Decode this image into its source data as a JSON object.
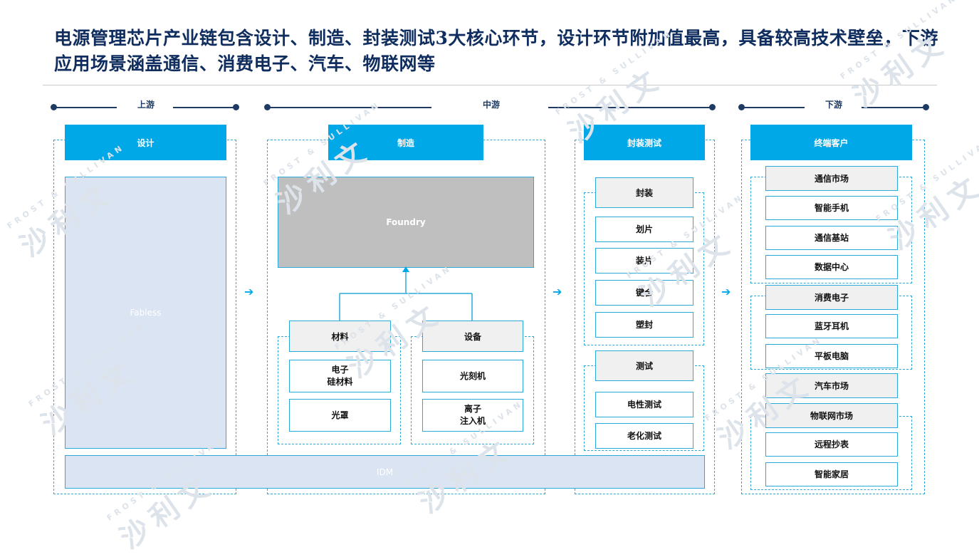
{
  "title": "电源管理芯片产业链包含设计、制造、封装测试3大核心环节，设计环节附加值最高，具备较高技术壁垒，下游应用场景涵盖通信、消费电子、汽车、物联网等",
  "stages": {
    "upstream": "上游",
    "midstream": "中游",
    "downstream": "下游"
  },
  "design": {
    "header": "设计",
    "fabless": "Fabless"
  },
  "idm": "IDM",
  "manufacture": {
    "header": "制造",
    "foundry": "Foundry",
    "materials": {
      "label": "材料",
      "items": [
        "电子\n硅材料",
        "光罩"
      ]
    },
    "equipment": {
      "label": "设备",
      "items": [
        "光刻机",
        "离子\n注入机"
      ]
    }
  },
  "packaging_testing": {
    "header": "封装测试",
    "packaging": {
      "label": "封装",
      "items": [
        "划片",
        "装片",
        "键合",
        "塑封"
      ]
    },
    "testing": {
      "label": "测试",
      "items": [
        "电性测试",
        "老化测试"
      ]
    }
  },
  "end_customers": {
    "header": "终端客户",
    "communication": {
      "label": "通信市场",
      "items": [
        "智能手机",
        "通信基站",
        "数据中心"
      ]
    },
    "consumer": {
      "label": "消费电子",
      "items": [
        "蓝牙耳机",
        "平板电脑"
      ]
    },
    "automotive": {
      "label": "汽车市场"
    },
    "iot": {
      "label": "物联网市场",
      "items": [
        "远程抄表",
        "智能家居"
      ]
    }
  },
  "watermark": {
    "text": "沙利文",
    "subtext": "FROST & SULLIVAN"
  },
  "colors": {
    "title": "#0f2d5e",
    "accent": "#00a8e8",
    "border": "#2aaad8",
    "light_fill": "#dbe4f2",
    "foundry_fill": "#bfbfbf",
    "line_dark": "#1f3b63"
  },
  "icons": {
    "flow_arrow": "right-arrow-icon",
    "up_arrow": "up-arrow-icon",
    "stage_endpoint": "dot-icon"
  }
}
